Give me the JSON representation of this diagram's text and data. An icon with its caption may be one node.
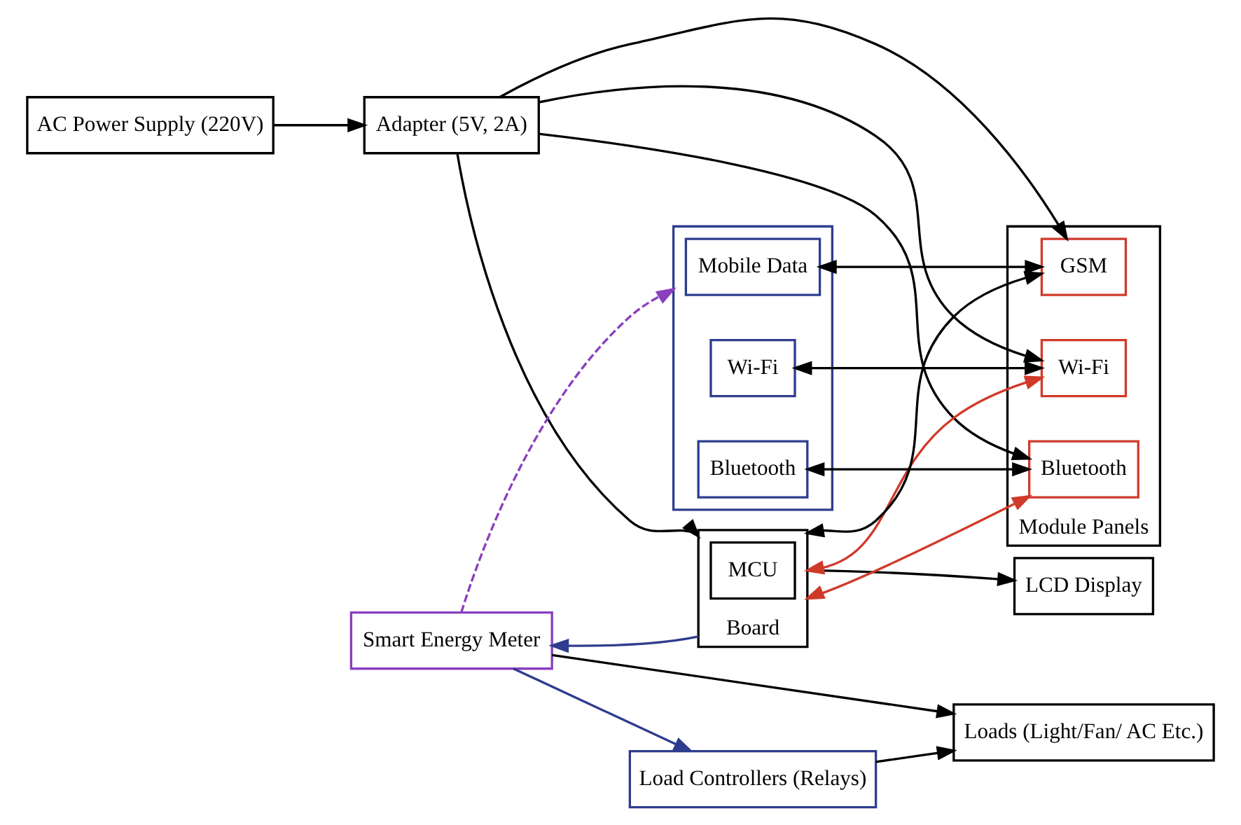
{
  "diagram": {
    "nodes": [
      {
        "text": [
          "AC Power Supply (220V)"
        ]
      },
      {
        "text": [
          "Adapter (5V, 2A)"
        ]
      },
      {
        "text": [
          "LCD Display"
        ]
      },
      {
        "text": [
          "Board"
        ]
      },
      {
        "text": [
          "MCU"
        ],
        "in": 3
      },
      {
        "text": [],
        "shape": "box"
      },
      {
        "text": [
          "Mobile Data"
        ],
        "in": 5
      },
      {
        "text": [
          "Wi-Fi"
        ],
        "in": 5
      },
      {
        "text": [
          "Bluetooth"
        ],
        "in": 5
      },
      {
        "text": [
          "Module Panels"
        ]
      },
      {
        "text": [
          "GSM"
        ],
        "in": 9
      },
      {
        "text": [
          "Wi-Fi"
        ],
        "in": 9
      },
      {
        "text": [
          "Bluetooth"
        ],
        "in": 9
      },
      {
        "text": [
          "Smart Energy Meter"
        ]
      },
      {
        "text": [
          "Load Controllers (Relays)"
        ]
      },
      {
        "text": [
          "Loads (Light/Fan/ AC Etc.)"
        ]
      }
    ],
    "edges": [
      {
        "from": 0,
        "to": 1,
        "arrow": "to"
      },
      {
        "from": 1,
        "to": 3,
        "arrow": "to"
      },
      {
        "from": 3,
        "to": 2,
        "arrow": "to"
      },
      {
        "from": 6,
        "to": 10,
        "arrow": "both"
      },
      {
        "from": 7,
        "to": 11,
        "arrow": "both"
      },
      {
        "from": 8,
        "to": 12,
        "arrow": "both"
      },
      {
        "from": 10,
        "to": 3,
        "arrow": "both"
      },
      {
        "from": 1,
        "to": 10,
        "arrow": "to"
      },
      {
        "from": 1,
        "to": 11,
        "arrow": "to"
      },
      {
        "from": 1,
        "to": 12,
        "arrow": "to"
      },
      {
        "from": 3,
        "to": 11,
        "arrow": "both",
        "color": "#d03a2a"
      },
      {
        "from": 3,
        "to": 12,
        "arrow": "both",
        "color": "#d03a2a"
      },
      {
        "from": 3,
        "to": 13,
        "arrow": "to",
        "color": "#2e3d8f"
      },
      {
        "from": 13,
        "to": 14,
        "arrow": "to",
        "color": "#2e3d8f"
      },
      {
        "from": 13,
        "to": 15,
        "arrow": "to"
      },
      {
        "from": 14,
        "to": 15,
        "arrow": "to"
      },
      {
        "from": 13,
        "to": 5,
        "arrow": "to",
        "style": "dashed",
        "color": "#8a3fbf"
      }
    ]
  }
}
